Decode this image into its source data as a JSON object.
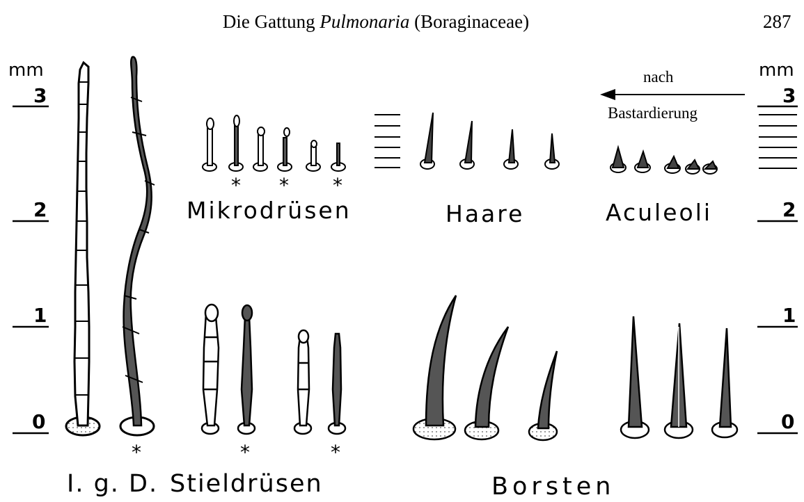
{
  "header": {
    "title_prefix": "Die Gattung ",
    "title_italic": "Pulmonaria",
    "title_suffix": " (Boraginaceae)",
    "page_number": "287"
  },
  "scale": {
    "unit": "mm",
    "ticks": [
      "3",
      "2",
      "1",
      "0"
    ]
  },
  "groups": {
    "igd": "I. g. D.",
    "stieldruesen": "Stieldrüsen",
    "mikrodruesen": "Mikrodrüsen",
    "haare": "Haare",
    "aculeoli": "Aculeoli",
    "borsten": "Borsten"
  },
  "annotation": {
    "line1": "nach",
    "line2": "Bastardierung"
  },
  "marker": "*"
}
